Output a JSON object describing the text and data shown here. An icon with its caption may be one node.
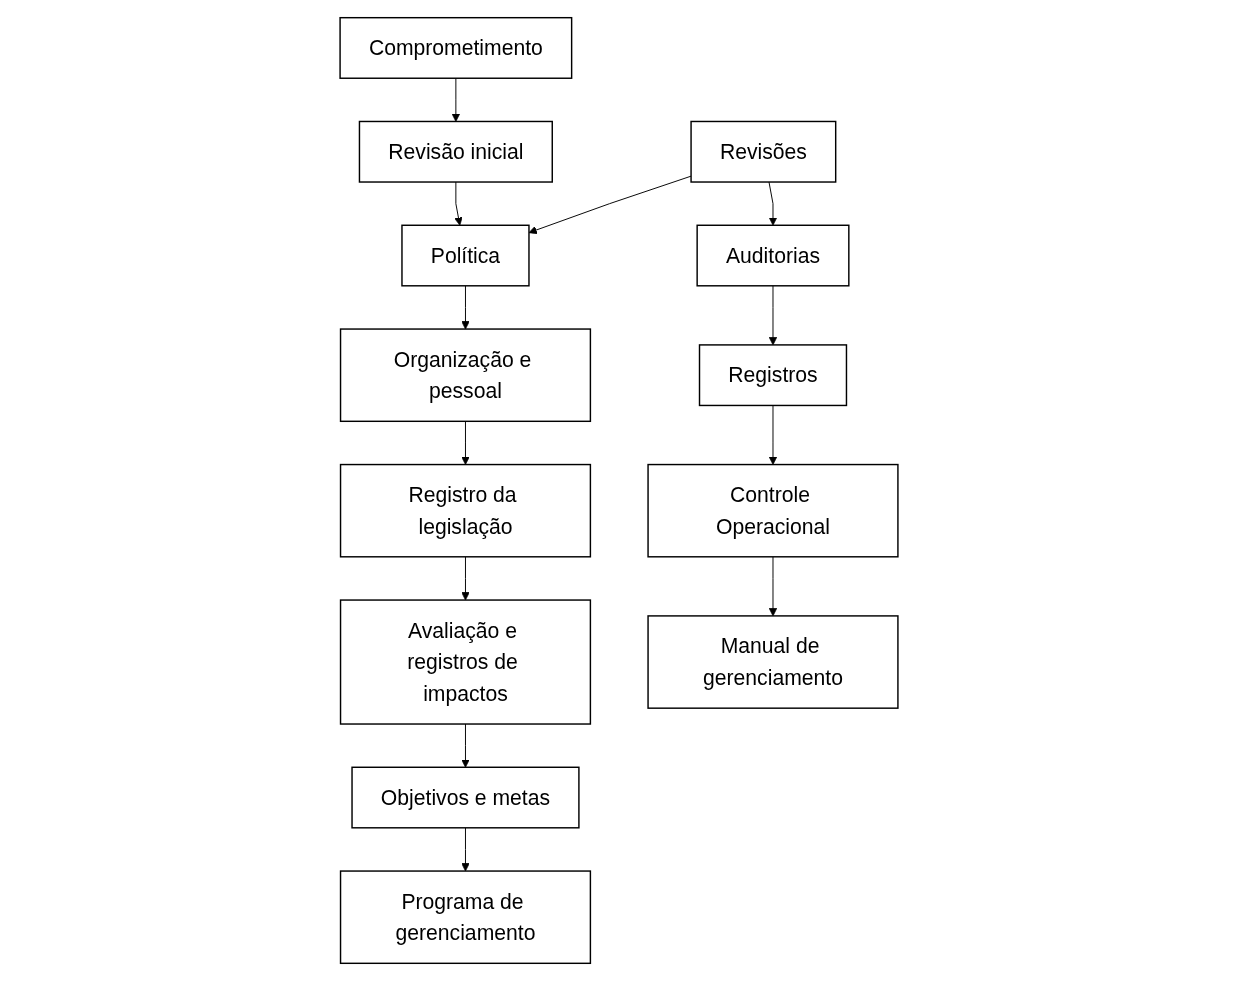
{
  "diagram": {
    "nodes": [
      {
        "text": [
          "Comprometimento"
        ]
      },
      {
        "text": [
          "Revisão inicial"
        ]
      },
      {
        "text": [
          "Política"
        ]
      },
      {
        "text": [
          "Revisões"
        ]
      },
      {
        "text": [
          "Organização e pessoal"
        ]
      },
      {
        "text": [
          "Auditorias"
        ]
      },
      {
        "text": [
          "Registro da legislação"
        ]
      },
      {
        "text": [
          "Registros"
        ]
      },
      {
        "text": [
          "Avaliação e registros de impactos"
        ]
      },
      {
        "text": [
          "Controle Operacional"
        ]
      },
      {
        "text": [
          "Objetivos e metas"
        ]
      },
      {
        "text": [
          "Manual de gerenciamento"
        ]
      },
      {
        "text": [
          "Programa de gerenciamento"
        ]
      }
    ],
    "edges": [
      {
        "from": 0,
        "to": 1,
        "arrow": "to"
      },
      {
        "from": 1,
        "to": 2,
        "arrow": "to"
      },
      {
        "from": 3,
        "to": 2,
        "arrow": "to"
      },
      {
        "from": 2,
        "to": 4,
        "arrow": "to"
      },
      {
        "from": 3,
        "to": 5,
        "arrow": "to"
      },
      {
        "from": 5,
        "to": 7,
        "arrow": "to"
      },
      {
        "from": 7,
        "to": 9,
        "arrow": "to"
      },
      {
        "from": 9,
        "to": 11,
        "arrow": "to"
      },
      {
        "from": 4,
        "to": 6,
        "arrow": "to"
      },
      {
        "from": 6,
        "to": 8,
        "arrow": "to"
      },
      {
        "from": 8,
        "to": 10,
        "arrow": "to"
      },
      {
        "from": 10,
        "to": 12,
        "arrow": "to"
      }
    ]
  }
}
